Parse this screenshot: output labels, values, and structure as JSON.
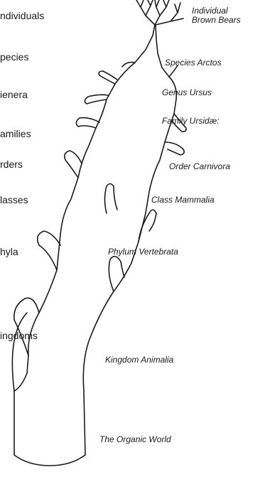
{
  "ranks": {
    "individuals": "ndividuals",
    "species": "pecies",
    "genera": "ienera",
    "families": "amilies",
    "orders": "rders",
    "classes": "lasses",
    "phyla": "hyla",
    "kingdoms": "ingdoms"
  },
  "taxa": {
    "individual_line1": "Individual",
    "individual_line2": "Brown Bears",
    "species": "Species Arctos",
    "genus": "Genus Ursus",
    "family": "Family Ursidæ:",
    "order": "Order Carnivora",
    "class": "Class Mammalia",
    "phylum": "Phylum Vertebrata",
    "kingdom": "Kingdom  Animalia",
    "world": "The Organic World"
  }
}
